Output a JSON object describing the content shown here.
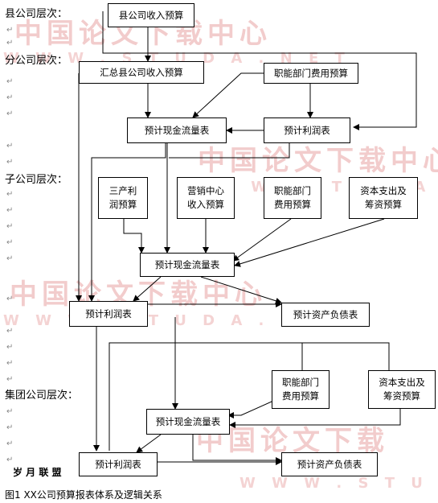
{
  "watermark": {
    "cn": "中国论文下载中心",
    "cn_partial": "中国论文下载",
    "en": "W W W . S T U D A . N E T"
  },
  "levels": {
    "county": "县公司层次：",
    "branch": "分公司层次：",
    "subsidiary": "子公司层次：",
    "group": "集团公司层次："
  },
  "paragraph_mark": "↵",
  "boxes": {
    "county_income": "县公司收入预算",
    "branch_summary": "汇总县公司收入预算",
    "branch_dept_cost": "职能部门费用预算",
    "branch_cashflow": "预计现金流量表",
    "branch_profit": "预计利润表",
    "sub_tertiary": "三产利\n润预算",
    "sub_marketing": "营销中心\n收入预算",
    "sub_dept_cost": "职能部门\n费用预算",
    "sub_capex": "资本支出及\n筹资预算",
    "sub_cashflow": "预计现金流量表",
    "sub_profit": "预计利润表",
    "sub_balance": "预计资产负债表",
    "grp_dept_cost": "职能部门\n费用预算",
    "grp_capex": "资本支出及\n筹资预算",
    "grp_cashflow": "预计现金流量表",
    "grp_profit": "预计利润表",
    "grp_balance": "预计资产负债表"
  },
  "corner_logo": "岁 月 联 盟",
  "caption": "图1 XX公司预算报表体系及逻辑关系"
}
